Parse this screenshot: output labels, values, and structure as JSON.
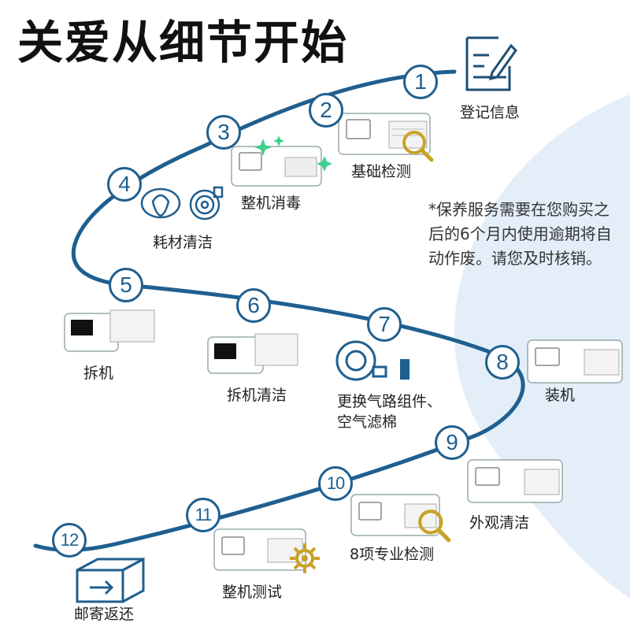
{
  "title": "关爱从细节开始",
  "note": "*保养服务需要在您购买之后的6个月内使用逾期将自动作废。请您及时核销。",
  "accent_color": "#1f5f8f",
  "gold_color": "#c9a227",
  "steps": [
    {
      "number": "1",
      "label": "登记信息",
      "icon": "form-edit-icon"
    },
    {
      "number": "2",
      "label": "基础检测",
      "icon": "magnifier-icon"
    },
    {
      "number": "3",
      "label": "整机消毒",
      "icon": "sparkle-icon"
    },
    {
      "number": "4",
      "label": "耗材清洁",
      "icon": "mask-tube-icon"
    },
    {
      "number": "5",
      "label": "拆机",
      "icon": "device-icon"
    },
    {
      "number": "6",
      "label": "拆机清洁",
      "icon": "device-icon"
    },
    {
      "number": "7",
      "label": "更换气路组件、空气滤棉",
      "label_line1": "更换气路组件、",
      "label_line2": "空气滤棉",
      "icon": "tube-filter-icon"
    },
    {
      "number": "8",
      "label": "装机",
      "icon": "device-icon"
    },
    {
      "number": "9",
      "label": "外观清洁",
      "icon": "device-icon"
    },
    {
      "number": "10",
      "label": "8项专业检测",
      "icon": "magnifier-icon"
    },
    {
      "number": "11",
      "label": "整机测试",
      "icon": "gear-icon"
    },
    {
      "number": "12",
      "label": "邮寄返还",
      "icon": "box-arrow-icon"
    }
  ]
}
